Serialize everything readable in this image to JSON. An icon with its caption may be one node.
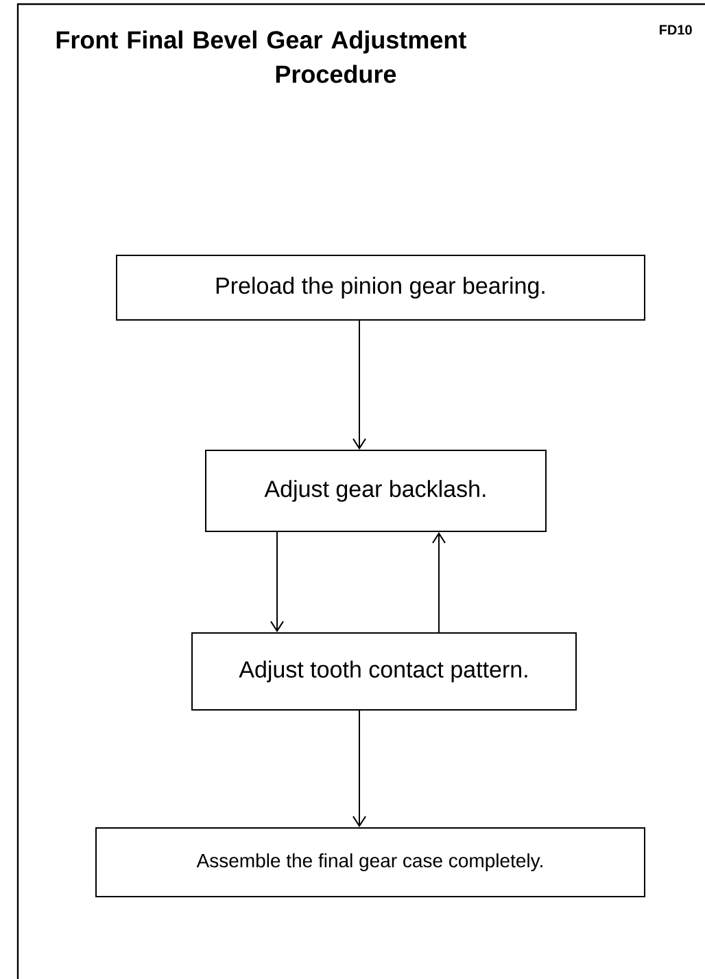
{
  "diagram": {
    "title": "Front Final Bevel Gear Adjustment Procedure",
    "nodes": [
      {
        "text": [
          "Preload the pinion gear bearing."
        ]
      },
      {
        "text": [
          "Adjust gear backlash."
        ]
      },
      {
        "text": [
          "Adjust tooth contact pattern."
        ]
      },
      {
        "text": [
          "Assemble the final gear case completely."
        ]
      }
    ],
    "edges": [
      {
        "from": 0,
        "to": 1,
        "arrow": "to"
      },
      {
        "from": 1,
        "to": 2,
        "arrow": "to"
      },
      {
        "from": 2,
        "to": 1,
        "arrow": "to"
      },
      {
        "from": 2,
        "to": 3,
        "arrow": "to"
      }
    ],
    "labels": [
      "FD10"
    ]
  }
}
